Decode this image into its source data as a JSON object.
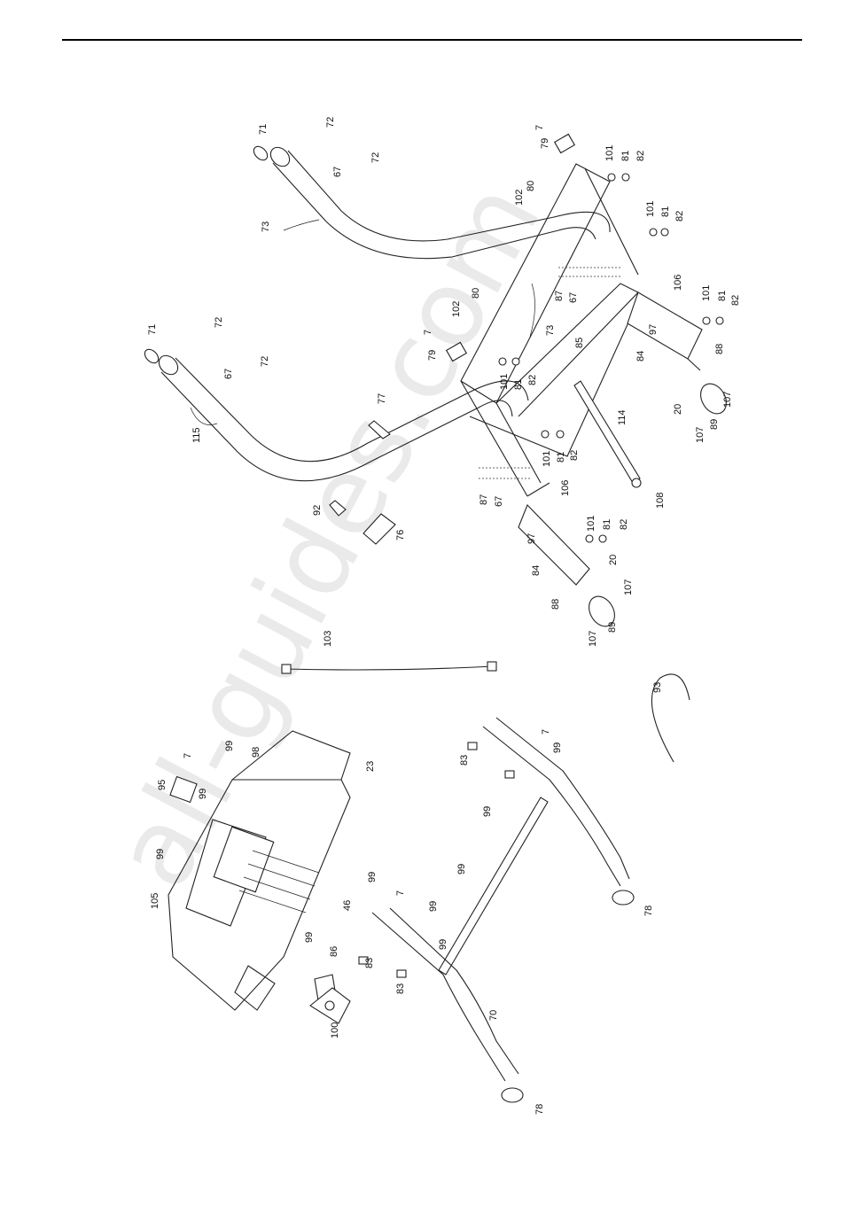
{
  "watermark": "all-guides.com",
  "labels": {
    "l7a": "7",
    "l79a": "79",
    "l101a": "101",
    "l81a": "81",
    "l82a": "82",
    "l80a": "80",
    "l102a": "102",
    "l101b": "101",
    "l81b": "81",
    "l82b": "82",
    "l71a": "71",
    "l72a": "72",
    "l67a": "67",
    "l72b": "72",
    "l73a": "73",
    "l71b": "71",
    "l72c": "72",
    "l67b": "67",
    "l72d": "72",
    "l115": "115",
    "l80b": "80",
    "l102b": "102",
    "l7b": "7",
    "l79b": "79",
    "l73b": "73",
    "l87a": "87",
    "l67c": "67",
    "l106a": "106",
    "l101c": "101",
    "l81c": "81",
    "l82c": "82",
    "l85": "85",
    "l97a": "97",
    "l84a": "84",
    "l88a": "88",
    "l101d": "101",
    "l81d": "81",
    "l82d": "82",
    "l20a": "20",
    "l107a": "107",
    "l107b": "107",
    "l89a": "89",
    "l77": "77",
    "l114": "114",
    "l101e": "101",
    "l81e": "81",
    "l82e": "82",
    "l87b": "87",
    "l67d": "67",
    "l106b": "106",
    "l92": "92",
    "l76": "76",
    "l97b": "97",
    "l84b": "84",
    "l101f": "101",
    "l81f": "81",
    "l82f": "82",
    "l20b": "20",
    "l107c": "107",
    "l88b": "88",
    "l89b": "89",
    "l107d": "107",
    "l108": "108",
    "l103": "103",
    "l93": "93",
    "l7c": "7",
    "l95": "95",
    "l99a": "99",
    "l98": "98",
    "l99b": "99",
    "l99c": "99",
    "l23": "23",
    "l105": "105",
    "l46": "46",
    "l99d": "99",
    "l99e": "99",
    "l86": "86",
    "l100": "100",
    "l83a": "83",
    "l7d": "7",
    "l99f": "99",
    "l99g": "99",
    "l99h": "99",
    "l7e": "7",
    "l99i": "99",
    "l99j": "99",
    "l83b": "83",
    "l83c": "83",
    "l70": "70",
    "l78a": "78",
    "l78b": "78"
  }
}
